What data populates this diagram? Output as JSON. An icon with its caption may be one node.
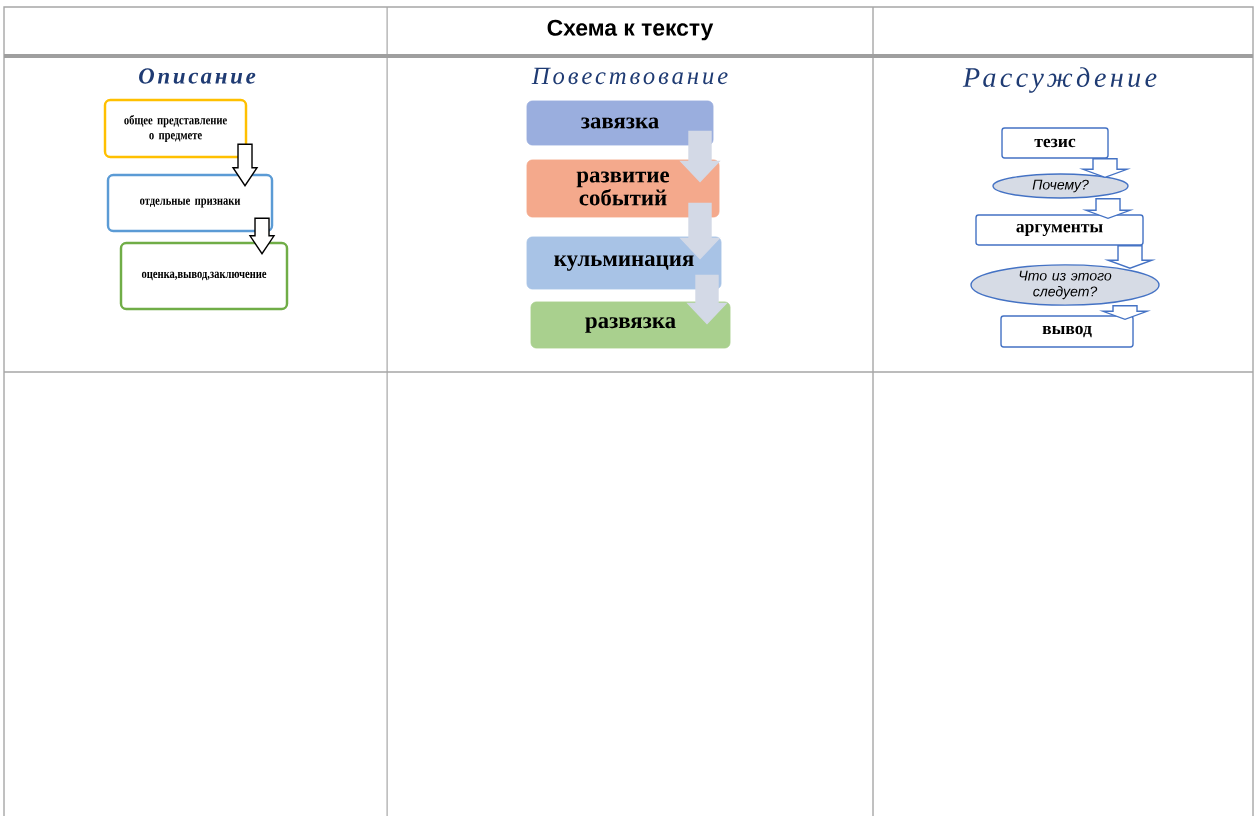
{
  "diagram": {
    "title": "Схема к тексту",
    "nodes": [
      {
        "text": [
          "общее представление о предмете"
        ]
      },
      {
        "text": [
          "отдельные признаки"
        ]
      },
      {
        "text": [
          "оценка,вывод,заключение"
        ]
      },
      {
        "text": [
          "завязка"
        ]
      },
      {
        "text": [
          "развитие событий"
        ]
      },
      {
        "text": [
          "кульминация"
        ]
      },
      {
        "text": [
          "развязка"
        ]
      },
      {
        "text": [
          "тезис"
        ]
      },
      {
        "text": [
          "Почему?"
        ]
      },
      {
        "text": [
          "аргументы"
        ]
      },
      {
        "text": [
          "Что из этого следует?"
        ]
      },
      {
        "text": [
          "вывод"
        ]
      }
    ],
    "edges": [
      {
        "from": 0,
        "to": 1,
        "arrow": "to",
        "color": "#000000"
      },
      {
        "from": 1,
        "to": 2,
        "arrow": "to",
        "color": "#000000"
      },
      {
        "from": 3,
        "to": 4,
        "arrow": "to",
        "color": "#d3d9e6"
      },
      {
        "from": 4,
        "to": 5,
        "arrow": "to",
        "color": "#d3d9e6"
      },
      {
        "from": 5,
        "to": 6,
        "arrow": "to",
        "color": "#d3d9e6"
      },
      {
        "from": 7,
        "to": 8,
        "arrow": "to"
      },
      {
        "from": 8,
        "to": 9,
        "arrow": "to"
      },
      {
        "from": 9,
        "to": 10,
        "arrow": "to"
      },
      {
        "from": 10,
        "to": 11,
        "arrow": "to"
      }
    ],
    "labels": [
      "Описание",
      "Повествование",
      "Рассуждение"
    ]
  }
}
